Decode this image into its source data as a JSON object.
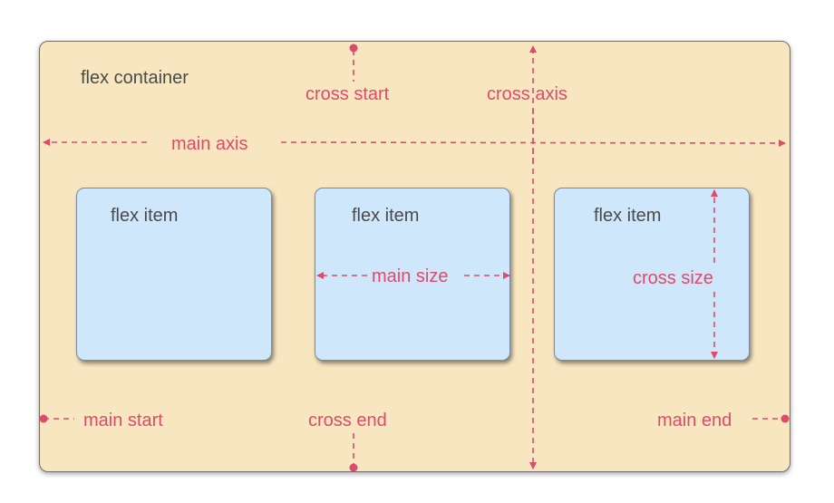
{
  "container": {
    "label": "flex container"
  },
  "items": [
    {
      "label": "flex item"
    },
    {
      "label": "flex item"
    },
    {
      "label": "flex item"
    }
  ],
  "annotations": {
    "main_axis": "main axis",
    "cross_axis": "cross axis",
    "cross_start": "cross start",
    "cross_end": "cross end",
    "main_start": "main start",
    "main_end": "main end",
    "main_size": "main size",
    "cross_size": "cross size"
  },
  "colors": {
    "container_fill": "#f8e6c0",
    "item_fill": "#cfe7fb",
    "annotation": "#e04a6a",
    "label_text": "#4a4a4a"
  }
}
